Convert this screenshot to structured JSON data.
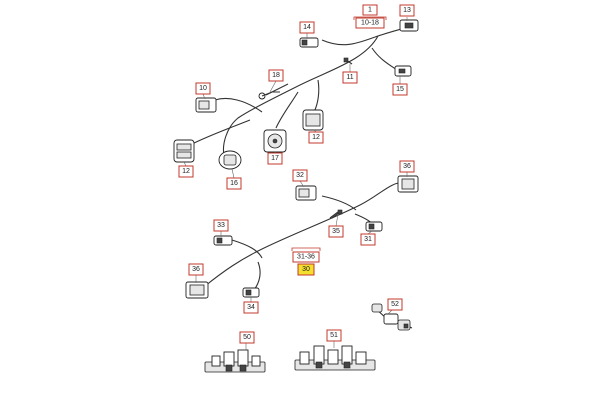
{
  "callouts": {
    "c1": "1",
    "c10_18": "10-18",
    "c13": "13",
    "c14": "14",
    "c11": "11",
    "c15": "15",
    "c18": "18",
    "c10": "10",
    "c12a": "12",
    "c16": "16",
    "c17": "17",
    "c12b": "12",
    "c32": "32",
    "c36a": "36",
    "c33": "33",
    "c35": "35",
    "c31a": "31",
    "c31_36": "31-36",
    "c30": "30",
    "c36b": "36",
    "c34": "34",
    "c52": "52",
    "c50": "50",
    "c51": "51"
  }
}
